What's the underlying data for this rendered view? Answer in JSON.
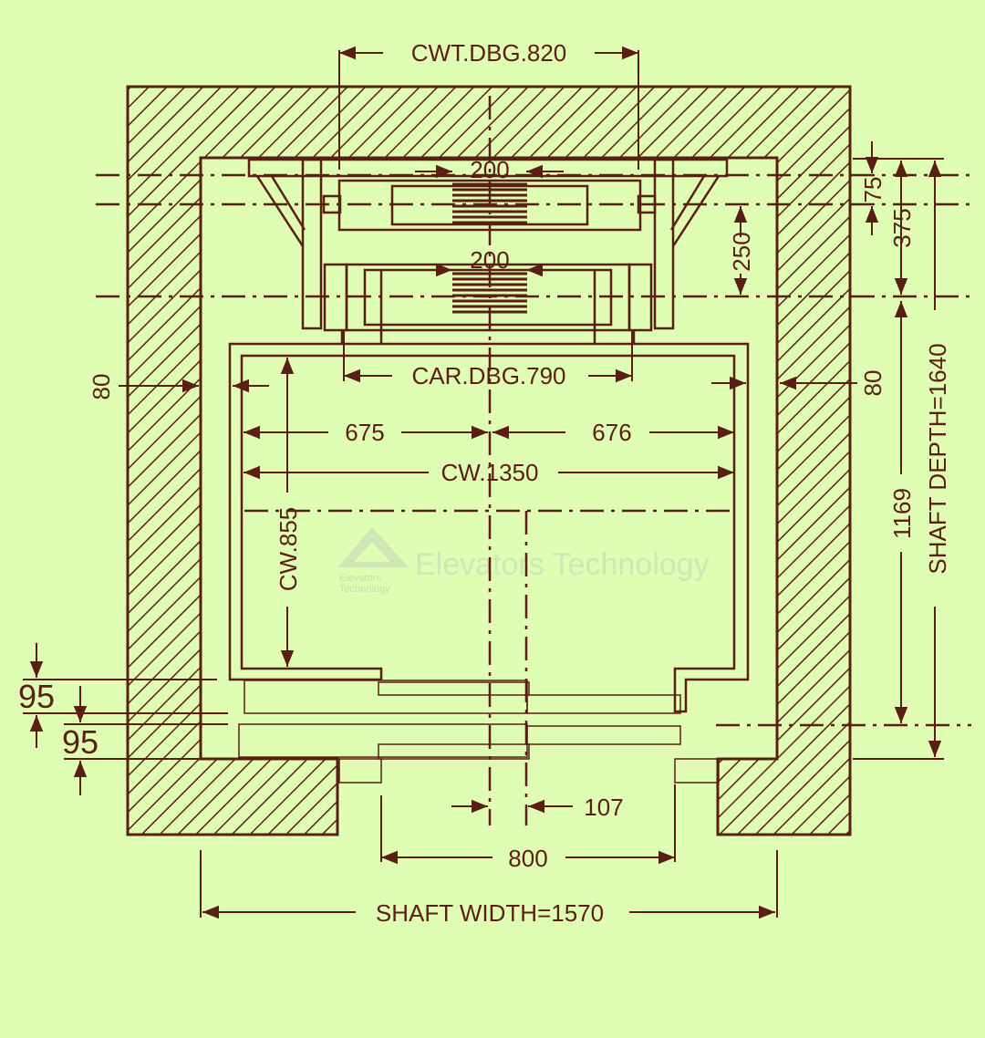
{
  "colors": {
    "background": "#e0fdb4",
    "ink": "#5a1f14",
    "watermark": "#cfe6b6"
  },
  "drawing": {
    "labels": {
      "cwt_dbg": "CWT.DBG.820",
      "cwt_gap_top": "200",
      "cwt_gap_bottom": "200",
      "car_dbg": "CAR.DBG.790",
      "wall_left": "80",
      "wall_right": "80",
      "half_left": "675",
      "half_right": "676",
      "cw_width": "CW.1350",
      "cw_depth": "CW.855",
      "rail_offset_a": "75",
      "rail_offset_b": "375",
      "rail_spacing": "250",
      "car_depth_line": "1169",
      "shaft_depth": "SHAFT DEPTH=1640",
      "sill_a": "95",
      "sill_b": "95",
      "door_offset": "107",
      "door_width": "800",
      "shaft_width": "SHAFT WIDTH=1570"
    },
    "watermark": {
      "brand": "Elevators Technology",
      "logo_line1": "Elevators",
      "logo_line2": "Technology"
    }
  }
}
